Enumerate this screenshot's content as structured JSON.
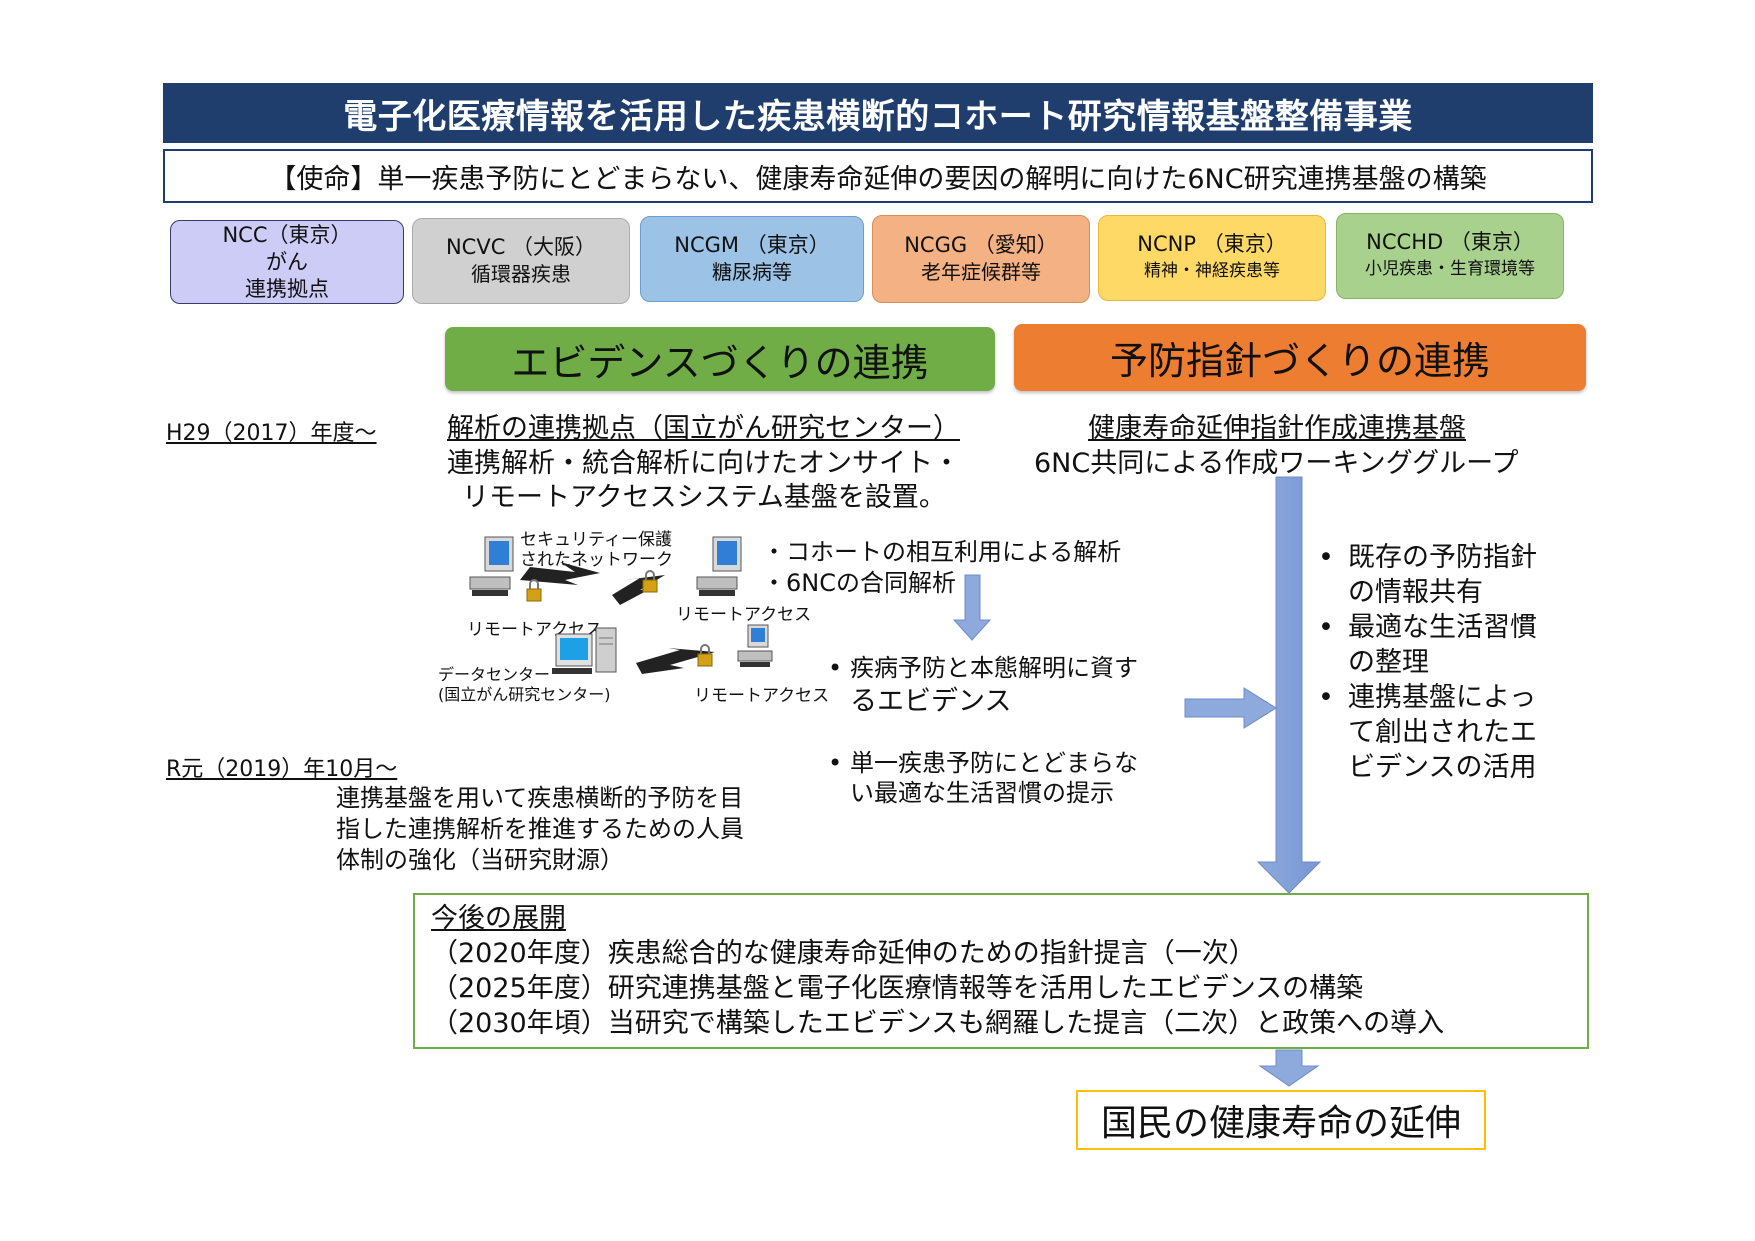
{
  "title": "電子化医療情報を活用した疾患横断的コホート研究情報基盤整備事業",
  "mission": "【使命】単一疾患予防にとどまらない、健康寿命延伸の要因の解明に向けた6NC研究連携基盤の構築",
  "centers": [
    {
      "line1": "NCC（東京）",
      "line2": "がん",
      "line3": "連携拠点",
      "color": "#ccccf7"
    },
    {
      "line1": "NCVC （大阪）",
      "line2": "循環器疾患",
      "color": "#d0d0d0"
    },
    {
      "line1": "NCGM （東京）",
      "line2": "糖尿病等",
      "color": "#9cc2e6"
    },
    {
      "line1": "NCGG （愛知）",
      "line2": "老年症候群等",
      "color": "#f4b183"
    },
    {
      "line1": "NCNP （東京）",
      "line2": "精神・神経疾患等",
      "color": "#ffd966"
    },
    {
      "line1": "NCCHD （東京）",
      "line2": "小児疾患・生育環境等",
      "color": "#a9d18e"
    }
  ],
  "banners": {
    "evidence": "エビデンスづくりの連携",
    "evidence_color": "#70ad47",
    "prevention": "予防指針づくりの連携",
    "prevention_color": "#ed7d31"
  },
  "timeline": {
    "h29": "H29（2017）年度～",
    "r1": "R元（2019）年10月～",
    "r1_desc": [
      "連携基盤を用いて疾患横断的予防を目",
      "指した連携解析を推進するための人員",
      "体制の強化（当研究財源）"
    ]
  },
  "analysis": {
    "heading": "解析の連携拠点（国立がん研究センター）",
    "line1": "連携解析・統合解析に向けたオンサイト・",
    "line2": "リモートアクセスシステム基盤を設置。"
  },
  "guideline": {
    "heading": "健康寿命延伸指針作成連携基盤",
    "line1": "6NC共同による作成ワーキンググループ"
  },
  "network": {
    "secure_label": [
      "セキュリティー保護",
      "されたネットワーク"
    ],
    "remote1": "リモートアクセス",
    "remote2": "リモートアクセス",
    "remote3": "リモートアクセス",
    "datacenter": [
      "データセンター",
      "(国立がん研究センター)"
    ]
  },
  "analysis_points": [
    "・コホートの相互利用による解析",
    "・6NCの合同解析"
  ],
  "evidence_points": [
    [
      "疾病予防と本態解明に資す",
      "るエビデンス"
    ],
    [
      "単一疾患予防にとどまらな",
      "い最適な生活習慣の提示"
    ]
  ],
  "guideline_points": [
    [
      "既存の予防指針",
      "の情報共有"
    ],
    [
      "最適な生活習慣",
      "の整理"
    ],
    [
      "連携基盤によっ",
      "て創出されたエ",
      "ビデンスの活用"
    ]
  ],
  "future": {
    "heading": "今後の展開",
    "items": [
      "（2020年度）疾患総合的な健康寿命延伸のための指針提言（一次）",
      "（2025年度）研究連携基盤と電子化医療情報等を活用したエビデンスの構築",
      "（2030年頃）当研究で構築したエビデンスも網羅した提言（二次）と政策への導入"
    ]
  },
  "final": "国民の健康寿命の延伸"
}
